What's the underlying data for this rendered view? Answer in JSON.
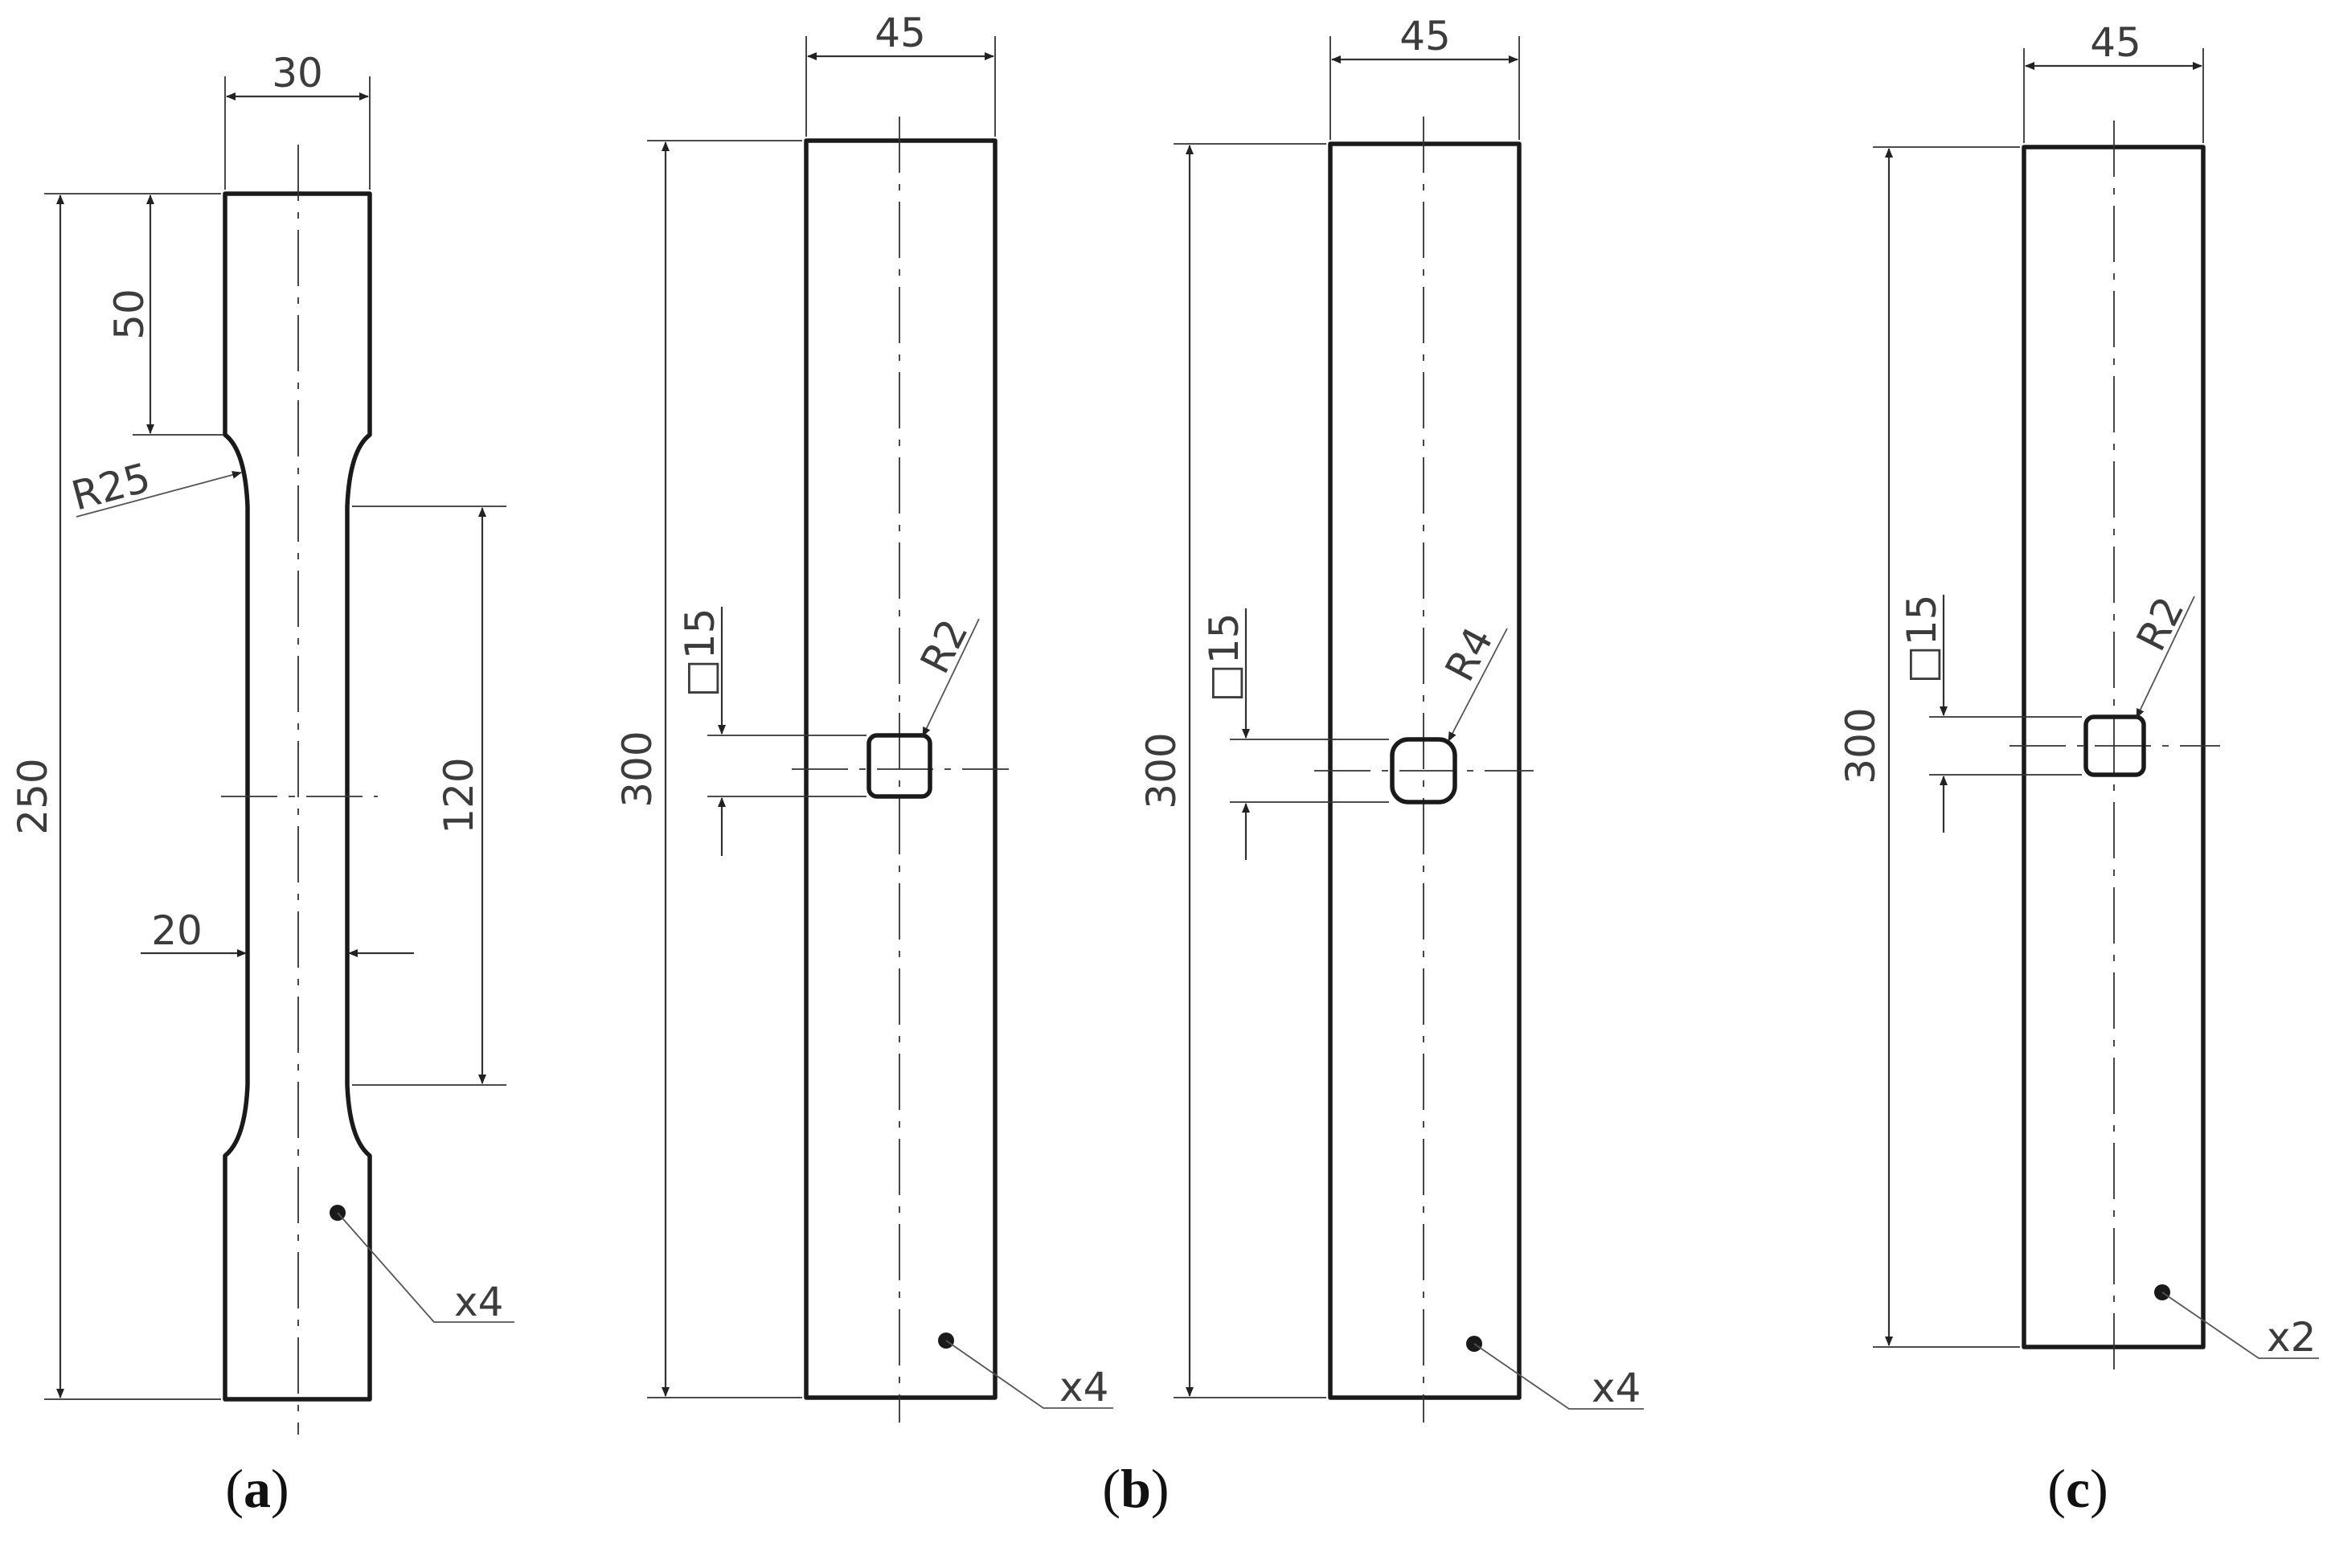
{
  "colors": {
    "stroke": "#1a1a1a",
    "dimension": "#333333",
    "text": "#3c3c3c"
  },
  "panels": [
    {
      "id": "a",
      "caption": {
        "open": "(",
        "letter": "a",
        "close": ")"
      },
      "dims": {
        "top_width": "30",
        "grip_length": "50",
        "fillet_radius": "R25",
        "total_length": "250",
        "gauge_length": "120",
        "gauge_width": "20"
      },
      "count_label": "x4"
    },
    {
      "id": "b",
      "caption": {
        "open": "(",
        "letter": "b",
        "close": ")"
      },
      "specimens": [
        {
          "dims": {
            "width": "45",
            "length": "300",
            "hole_size": "□15",
            "corner_radius": "R2"
          },
          "count_label": "x4"
        },
        {
          "dims": {
            "width": "45",
            "length": "300",
            "hole_size": "□15",
            "corner_radius": "R4"
          },
          "count_label": "x4"
        }
      ]
    },
    {
      "id": "c",
      "caption": {
        "open": "(",
        "letter": "c",
        "close": ")"
      },
      "dims": {
        "width": "45",
        "length": "300",
        "hole_size": "□15",
        "corner_radius": "R2"
      },
      "count_label": "x2"
    }
  ]
}
